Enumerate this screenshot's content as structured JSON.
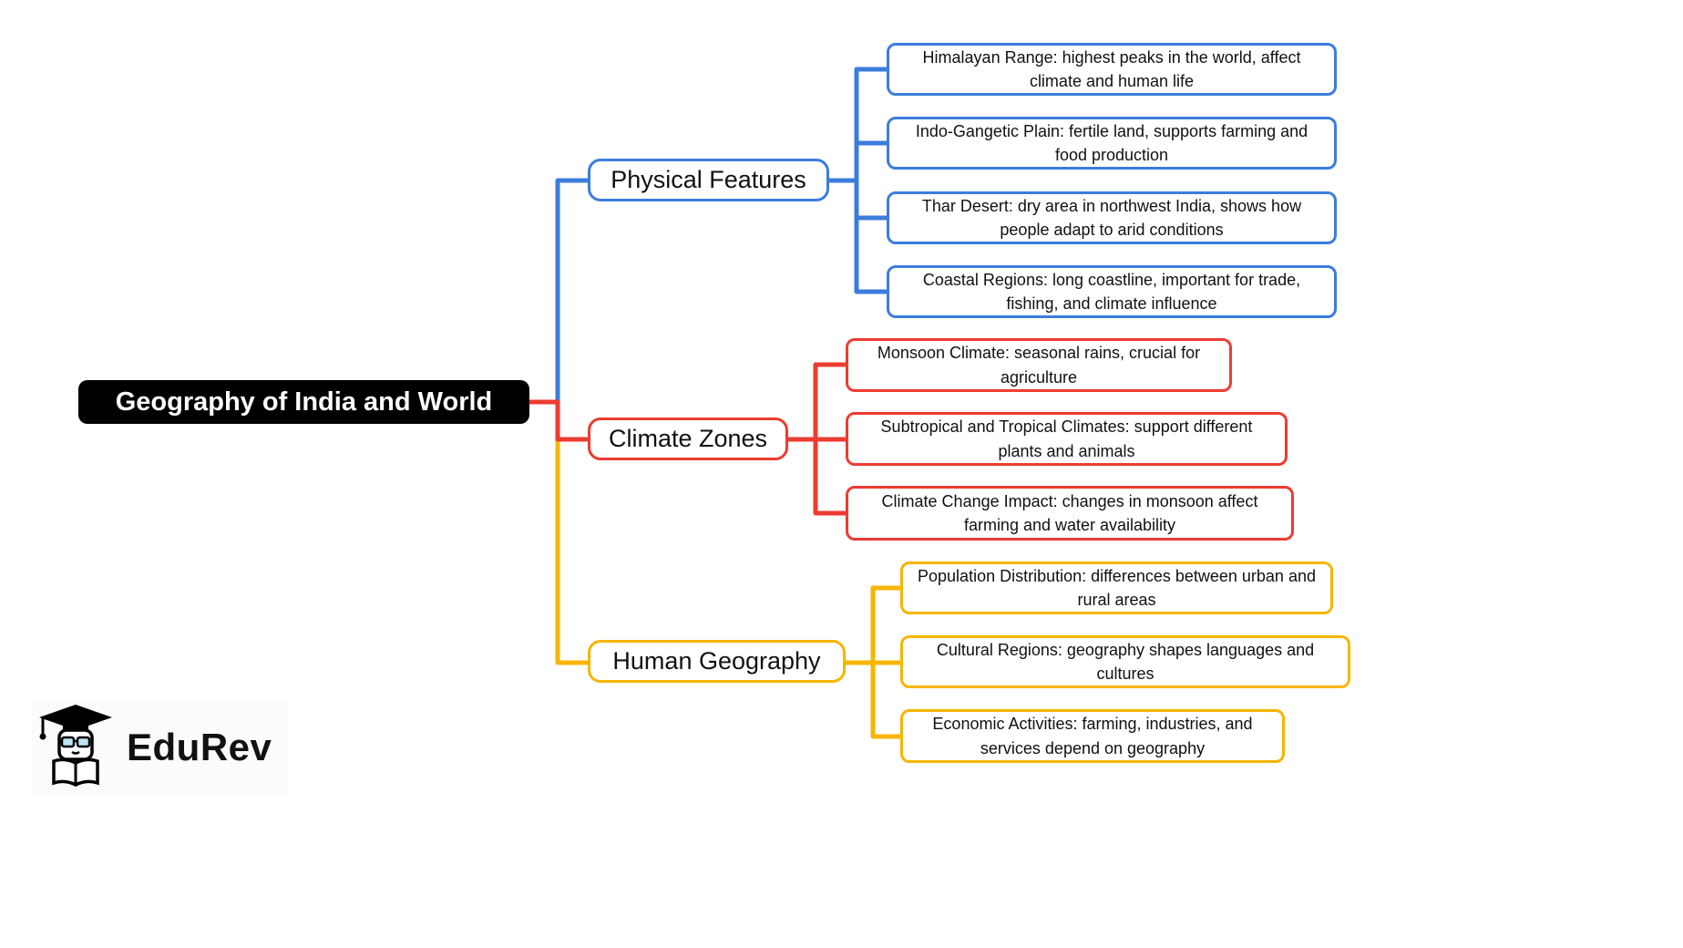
{
  "root": {
    "label": "Geography of India and World"
  },
  "colors": {
    "blue": "#3b7ddd",
    "red": "#ed3c32",
    "yellow": "#f7b500",
    "root_bg": "#000000"
  },
  "branches": [
    {
      "label": "Physical Features",
      "color": "blue",
      "children": [
        {
          "text": "Himalayan Range: highest peaks in the world, affect climate and human life"
        },
        {
          "text": "Indo-Gangetic Plain: fertile land, supports farming and food production"
        },
        {
          "text": "Thar Desert: dry area in northwest India, shows how people adapt to arid conditions"
        },
        {
          "text": "Coastal Regions: long coastline, important for trade, fishing, and climate influence"
        }
      ]
    },
    {
      "label": "Climate Zones",
      "color": "red",
      "children": [
        {
          "text": "Monsoon Climate: seasonal rains, crucial for agriculture"
        },
        {
          "text": "Subtropical and Tropical Climates: support different plants and animals"
        },
        {
          "text": "Climate Change Impact: changes in monsoon affect farming and water availability"
        }
      ]
    },
    {
      "label": "Human Geography",
      "color": "yellow",
      "children": [
        {
          "text": "Population Distribution: differences between urban and rural areas"
        },
        {
          "text": "Cultural Regions: geography shapes languages and cultures"
        },
        {
          "text": "Economic Activities: farming, industries, and services depend on geography"
        }
      ]
    }
  ],
  "logo": {
    "text": "EduRev"
  }
}
